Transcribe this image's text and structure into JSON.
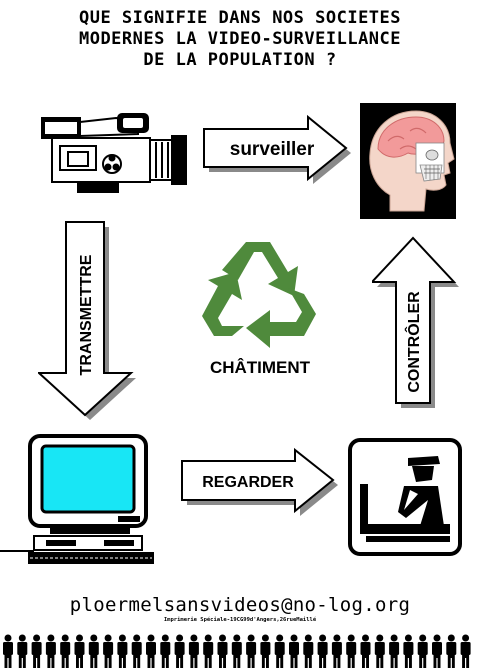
{
  "title": {
    "line1": "QUE SIGNIFIE DANS NOS SOCIETES",
    "line2": "MODERNES LA VIDEO-SURVEILLANCE",
    "line3": "DE LA POPULATION ?"
  },
  "arrows": {
    "surveiller": "surveiller",
    "transmettre": "TRANSMETTRE",
    "controler": "CONTRÔLER",
    "regarder": "REGARDER"
  },
  "center": {
    "label": "CHÂTIMENT",
    "recycle_color": "#4f8a3c"
  },
  "icons": {
    "camera": "video-camera-icon",
    "head": "head-scan-icon",
    "computer": "computer-monitor-icon",
    "guard": "security-guard-icon",
    "recycle": "recycle-icon"
  },
  "colors": {
    "screen": "#18e6f5",
    "brain": "#f29a9a",
    "head_bg": "#000000"
  },
  "footer": {
    "email": "ploermelsansvideos@no-log.org",
    "imprint": "Imprimerie Spéciale-19CG99d'Angers,26rueMaillé"
  }
}
